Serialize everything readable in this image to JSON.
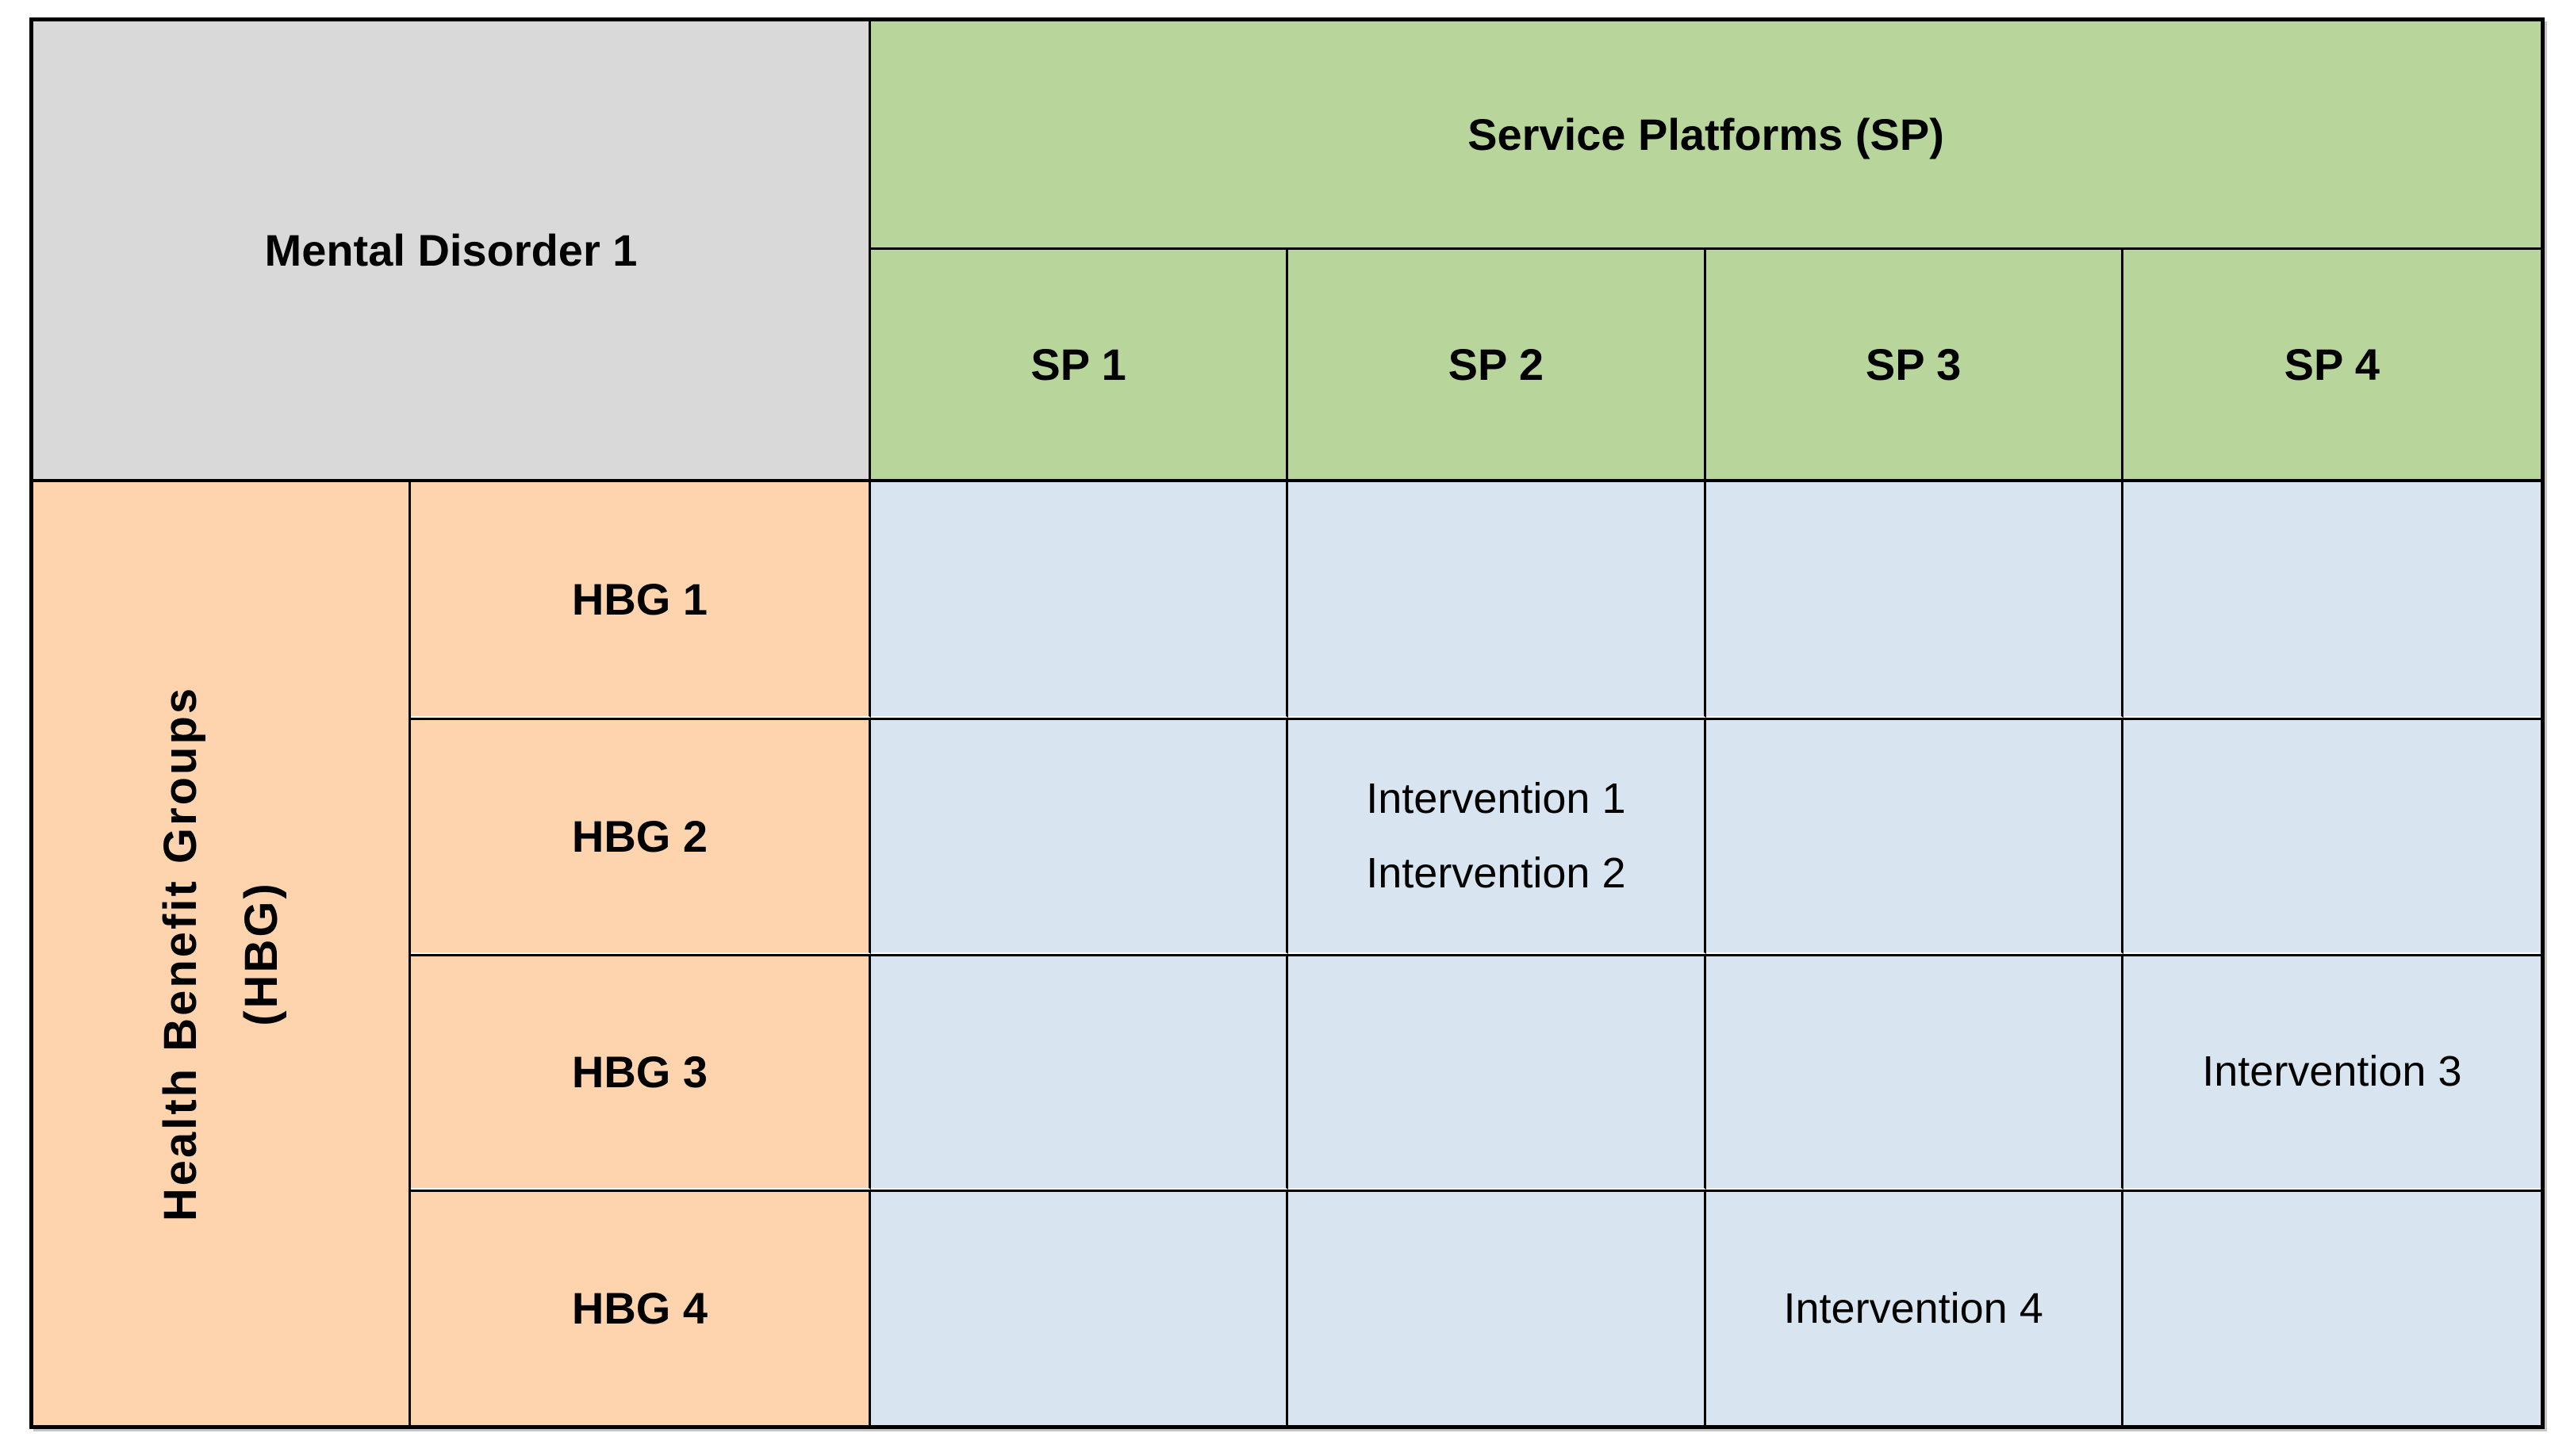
{
  "figure": {
    "corner_header": "Mental Disorder 1",
    "column_group": {
      "label": "Service Platforms (SP)",
      "columns": [
        "SP 1",
        "SP 2",
        "SP 3",
        "SP 4"
      ]
    },
    "row_group": {
      "label_lines": [
        "Health Benefit Groups",
        "(HBG)"
      ],
      "rows": [
        "HBG 1",
        "HBG 2",
        "HBG 3",
        "HBG 4"
      ]
    },
    "cells": [
      [
        [],
        [],
        [],
        []
      ],
      [
        [],
        [
          "Intervention 1",
          "Intervention 2"
        ],
        [],
        []
      ],
      [
        [],
        [],
        [],
        [
          "Intervention 3"
        ]
      ],
      [
        [],
        [],
        [
          "Intervention 4"
        ],
        []
      ]
    ],
    "colors": {
      "corner_bg": "#d9d9d9",
      "column_header_bg": "#b8d69b",
      "row_header_bg": "#fed4af",
      "body_bg": "#d8e4f0",
      "border": "#000000",
      "row_gap_line": "#ffffff"
    }
  }
}
